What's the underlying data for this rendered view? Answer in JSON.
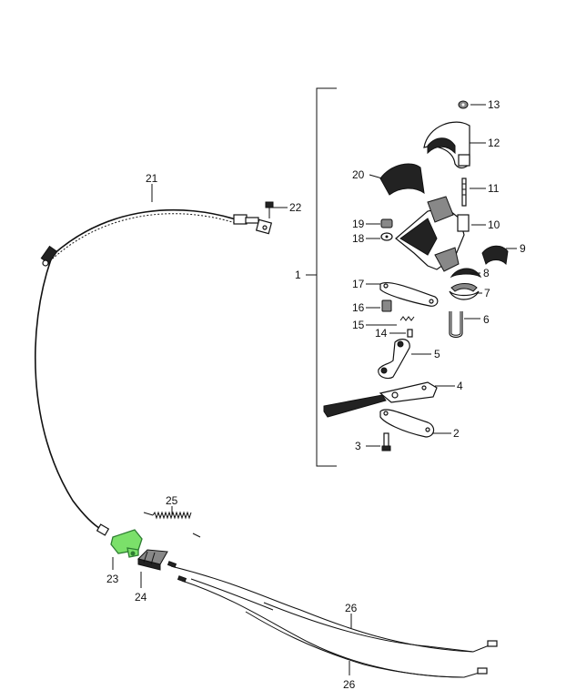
{
  "callouts": {
    "c1": "1",
    "c2": "2",
    "c3": "3",
    "c4": "4",
    "c5": "5",
    "c6": "6",
    "c7": "7",
    "c8": "8",
    "c9": "9",
    "c10": "10",
    "c11": "11",
    "c12": "12",
    "c13": "13",
    "c14": "14",
    "c15": "15",
    "c16": "16",
    "c17": "17",
    "c18": "18",
    "c19": "19",
    "c20": "20",
    "c21": "21",
    "c22": "22",
    "c23": "23",
    "c24": "24",
    "c25": "25",
    "c26a": "26",
    "c26b": "26"
  },
  "highlighted_part": "23",
  "colors": {
    "highlight": "#7be06a",
    "ink": "#111111"
  }
}
